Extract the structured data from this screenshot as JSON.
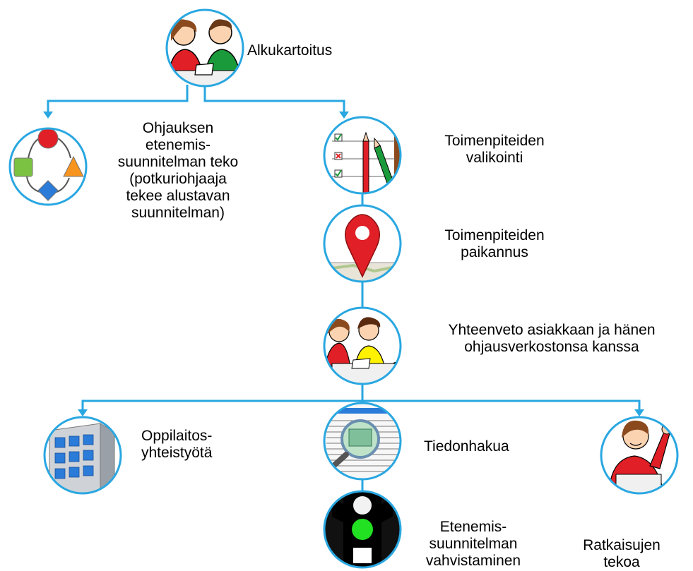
{
  "colors": {
    "connector": "#29a7e1",
    "circle_border": "#29a7e1",
    "red": "#e01f26",
    "green": "#1a9a3a",
    "blue": "#2b7bd8",
    "orange": "#f7941d",
    "lime": "#7cc242",
    "yellow": "#fff200"
  },
  "nodes": {
    "alkukartoitus": {
      "label": "Alkukartoitus",
      "icon": "meeting-icon"
    },
    "ohjauksen": {
      "label": "Ohjauksen\netenemis-\nsuunnitelman teko\n(potkuriohjaaja\ntekee alustavan\nsuunnitelman)",
      "icon": "process-cycle-icon"
    },
    "toimenpiteiden_valikointi": {
      "label": "Toimenpiteiden\nvalikointi",
      "icon": "checklist-pencils-icon"
    },
    "toimenpiteiden_paikannus": {
      "label": "Toimenpiteiden\npaikannus",
      "icon": "map-pin-icon"
    },
    "yhteenveto": {
      "label": "Yhteenveto asiakkaan ja hänen\nohjausverkostonsa kanssa",
      "icon": "group-meeting-icon"
    },
    "oppilaitos": {
      "label": "Oppilaitos-\nyhteistyötä",
      "icon": "building-icon"
    },
    "tiedonhakua": {
      "label": "Tiedonhakua",
      "icon": "magnifier-icon"
    },
    "ratkaisujen": {
      "label": "Ratkaisujen\ntekoa",
      "icon": "raised-hand-icon"
    },
    "etenemis": {
      "label": "Etenemis-\nsuunnitelman\nvahvistaminen",
      "icon": "traffic-light-icon"
    }
  }
}
